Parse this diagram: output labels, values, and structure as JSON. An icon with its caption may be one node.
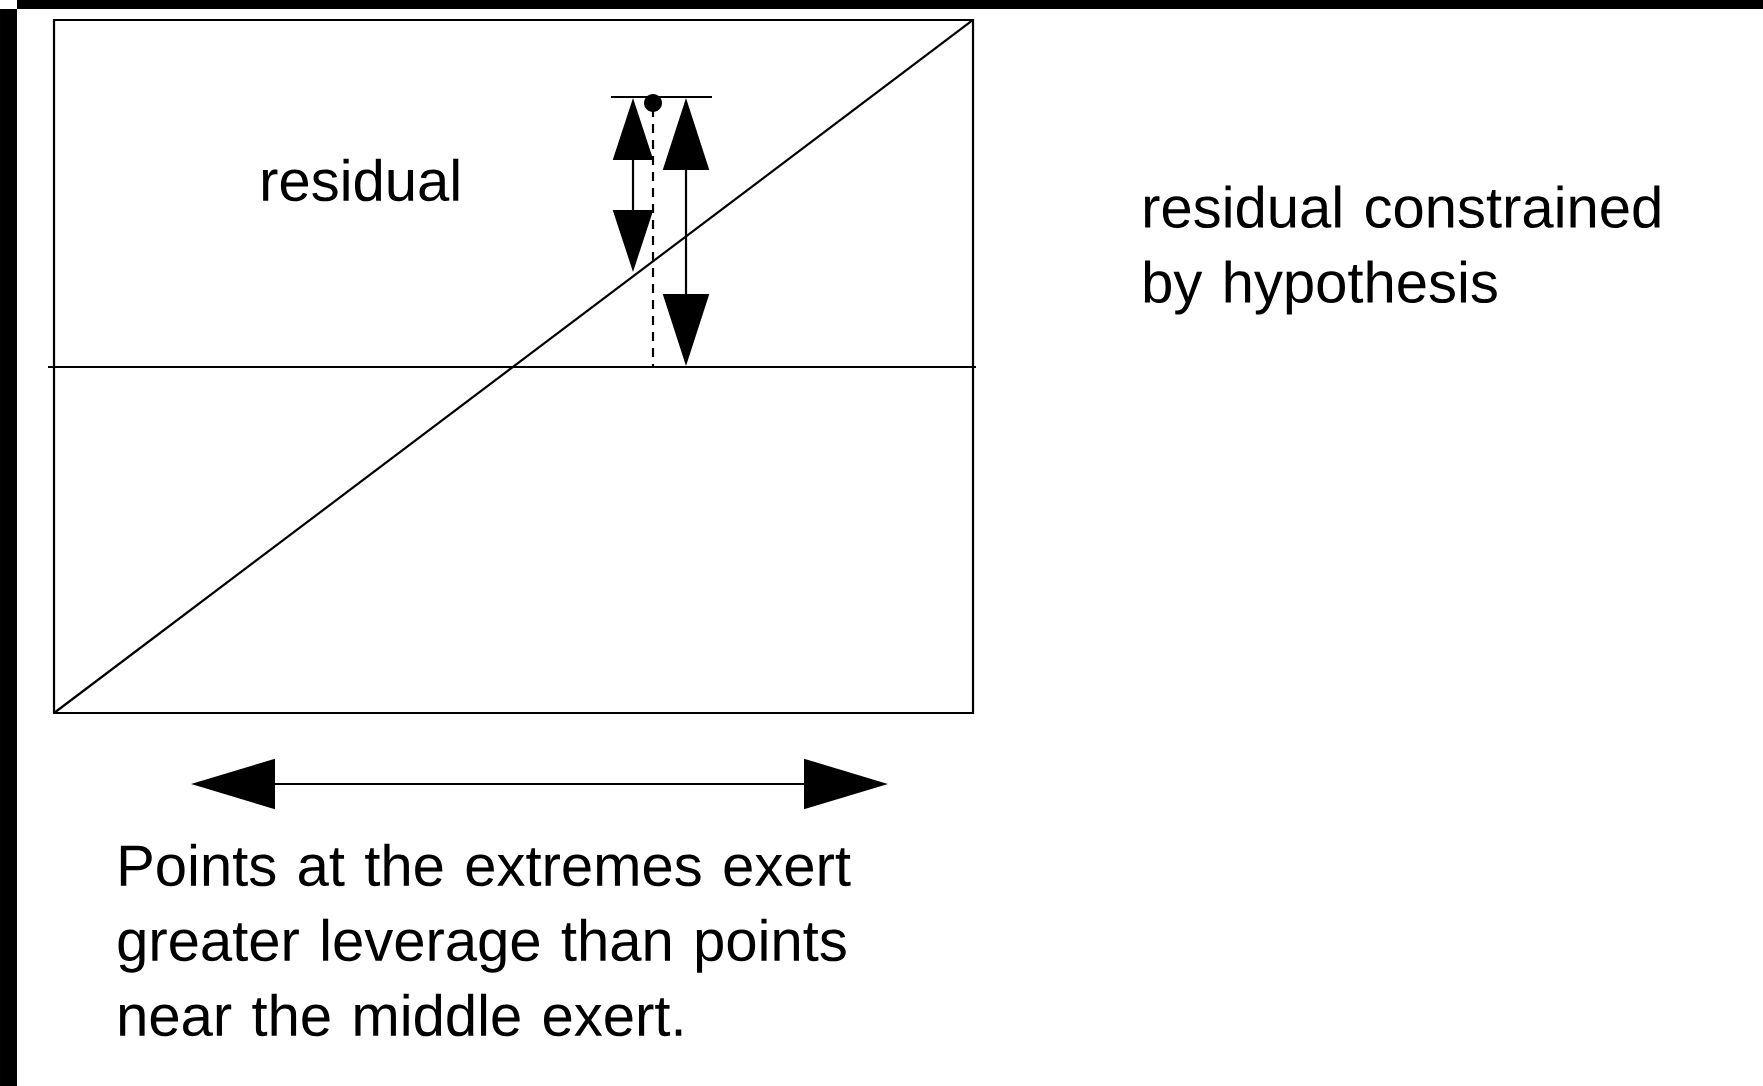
{
  "diagram": {
    "labels": [
      "residual",
      "residual constrained by hypothesis",
      "Points at the extremes exert greater leverage than points near the middle exert."
    ]
  }
}
